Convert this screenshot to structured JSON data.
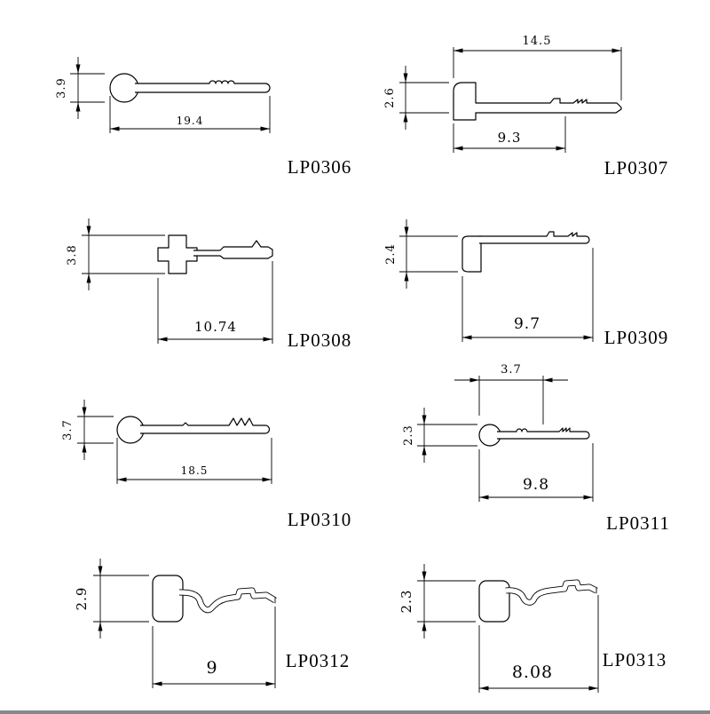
{
  "colors": {
    "background": "#ffffff",
    "line": "#000000"
  },
  "panels": [
    {
      "part_number": "LP0306",
      "height_dim": "3.9",
      "width_dim": "19.4"
    },
    {
      "part_number": "LP0307",
      "top_dim": "14.5",
      "height_dim": "2.6",
      "width_dim": "9.3"
    },
    {
      "part_number": "LP0308",
      "height_dim": "3.8",
      "width_dim": "10.74"
    },
    {
      "part_number": "LP0309",
      "height_dim": "2.4",
      "width_dim": "9.7"
    },
    {
      "part_number": "LP0310",
      "height_dim": "3.7",
      "width_dim": "18.5"
    },
    {
      "part_number": "LP0311",
      "top_dim": "3.7",
      "height_dim": "2.3",
      "width_dim": "9.8"
    },
    {
      "part_number": "LP0312",
      "height_dim": "2.9",
      "width_dim": "9"
    },
    {
      "part_number": "LP0313",
      "height_dim": "2.3",
      "width_dim": "8.08"
    }
  ]
}
